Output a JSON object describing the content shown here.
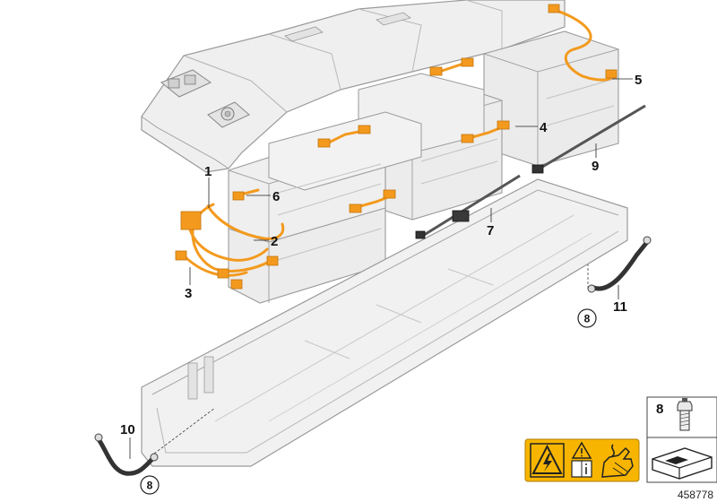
{
  "diagram": {
    "callouts": [
      {
        "id": "1",
        "label": "1"
      },
      {
        "id": "2",
        "label": "2"
      },
      {
        "id": "3",
        "label": "3"
      },
      {
        "id": "4",
        "label": "4"
      },
      {
        "id": "5",
        "label": "5"
      },
      {
        "id": "6",
        "label": "6"
      },
      {
        "id": "7",
        "label": "7"
      },
      {
        "id": "9",
        "label": "9"
      },
      {
        "id": "10",
        "label": "10"
      },
      {
        "id": "11",
        "label": "11"
      }
    ],
    "circled_refs": [
      {
        "id": "ref-right",
        "label": "8"
      },
      {
        "id": "ref-left",
        "label": "8"
      }
    ],
    "legend_box": {
      "label": "8"
    },
    "document_number": "458778",
    "colors": {
      "cable": "#f39a1e",
      "housing_fill": "#eeeeee",
      "housing_stroke": "#9a9a9a",
      "warning_yellow": "#f7b500"
    },
    "icons": [
      "high-voltage-warning-icon",
      "caution-triangle-icon",
      "manual-info-icon",
      "hand-warning-icon",
      "bolt-icon",
      "washer-icon"
    ]
  }
}
